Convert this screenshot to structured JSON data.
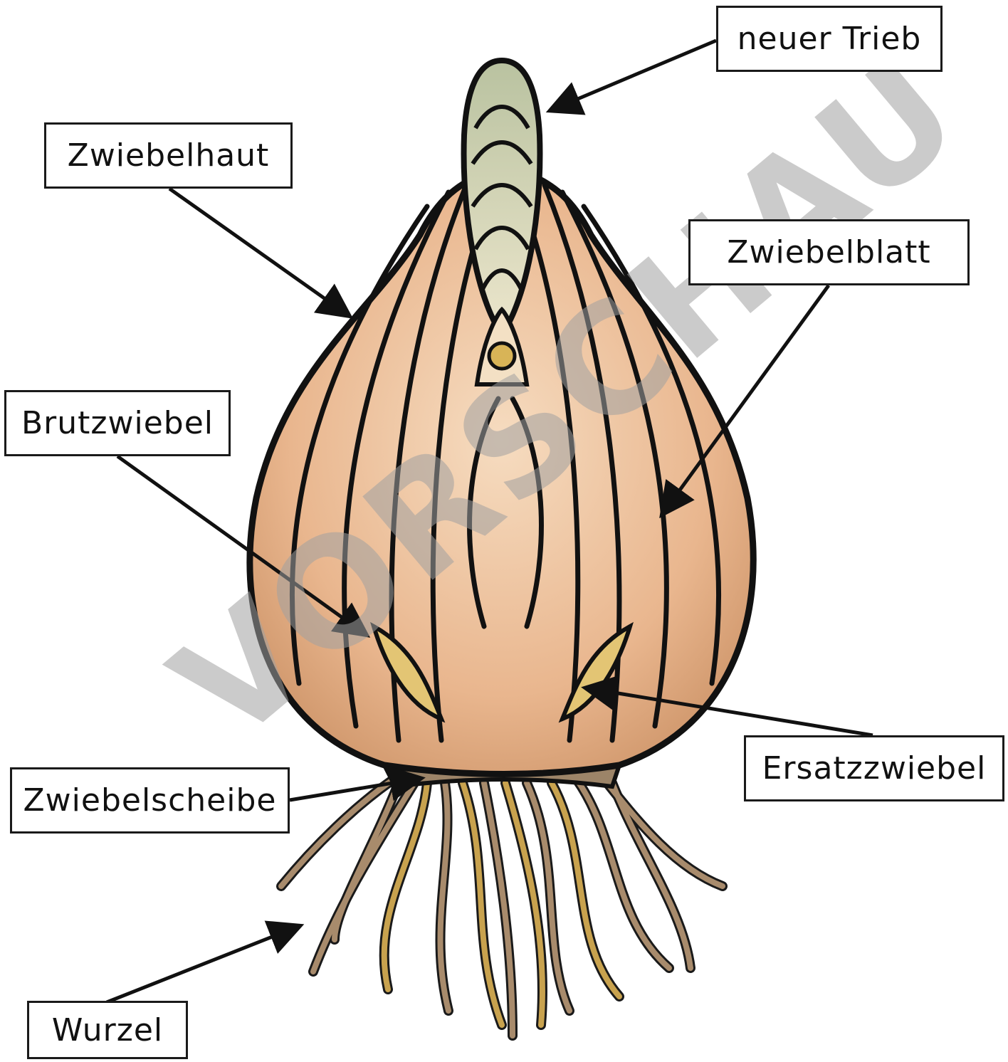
{
  "labels": {
    "neuer_trieb": "neuer Trieb",
    "zwiebelhaut": "Zwiebelhaut",
    "zwiebelblatt": "Zwiebelblatt",
    "brutzwiebel": "Brutzwiebel",
    "ersatzzwiebel": "Ersatzzwiebel",
    "zwiebelscheibe": "Zwiebelscheibe",
    "wurzel": "Wurzel"
  },
  "watermark": "VORSCHAU",
  "colors": {
    "outline": "#111111",
    "skin": "#dba37a",
    "skin_light": "#f0c9a6",
    "flesh": "#f6dcc0",
    "shoot": "#c9cfb2",
    "root": "#a88b6c",
    "root_light": "#c8a24e",
    "disc": "#9c8468"
  }
}
